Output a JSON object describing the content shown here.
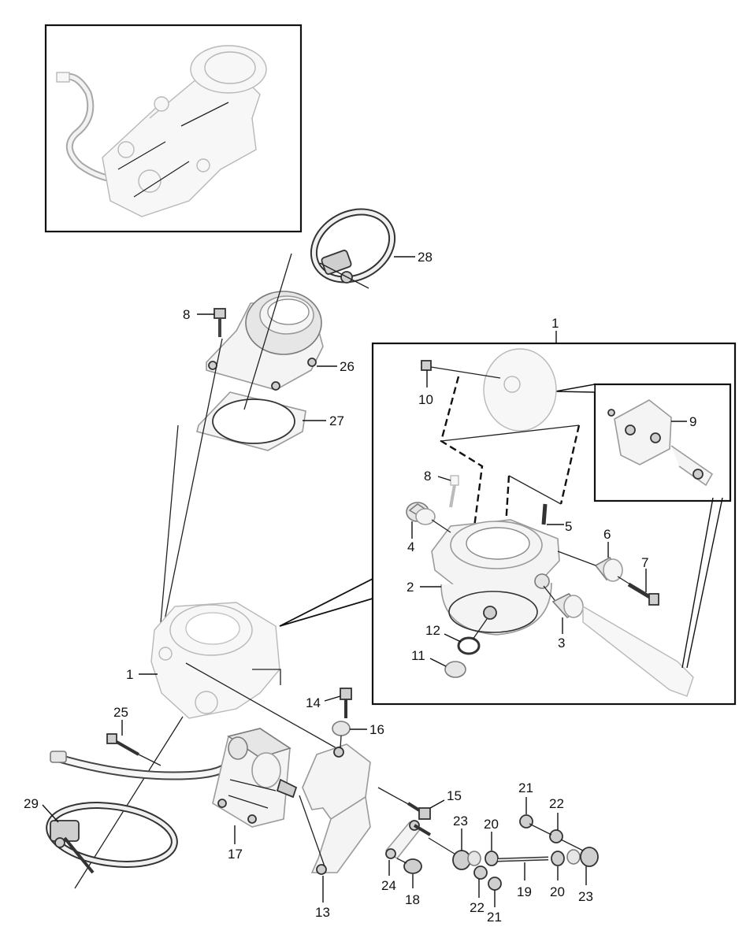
{
  "diagram": {
    "callouts": [
      {
        "id": "c28",
        "text": "28"
      },
      {
        "id": "c8a",
        "text": "8"
      },
      {
        "id": "c26",
        "text": "26"
      },
      {
        "id": "c27",
        "text": "27"
      },
      {
        "id": "c1top",
        "text": "1"
      },
      {
        "id": "c10",
        "text": "10"
      },
      {
        "id": "c9",
        "text": "9"
      },
      {
        "id": "c8b",
        "text": "8"
      },
      {
        "id": "c5",
        "text": "5"
      },
      {
        "id": "c4",
        "text": "4"
      },
      {
        "id": "c6",
        "text": "6"
      },
      {
        "id": "c7",
        "text": "7"
      },
      {
        "id": "c2",
        "text": "2"
      },
      {
        "id": "c3",
        "text": "3"
      },
      {
        "id": "c12",
        "text": "12"
      },
      {
        "id": "c11",
        "text": "11"
      },
      {
        "id": "c1left",
        "text": "1"
      },
      {
        "id": "c14",
        "text": "14"
      },
      {
        "id": "c16",
        "text": "16"
      },
      {
        "id": "c25",
        "text": "25"
      },
      {
        "id": "c15",
        "text": "15"
      },
      {
        "id": "c29",
        "text": "29"
      },
      {
        "id": "c17",
        "text": "17"
      },
      {
        "id": "c21a",
        "text": "21"
      },
      {
        "id": "c22a",
        "text": "22"
      },
      {
        "id": "c23a",
        "text": "23"
      },
      {
        "id": "c20a",
        "text": "20"
      },
      {
        "id": "c24",
        "text": "24"
      },
      {
        "id": "c18",
        "text": "18"
      },
      {
        "id": "c19",
        "text": "19"
      },
      {
        "id": "c20b",
        "text": "20"
      },
      {
        "id": "c23b",
        "text": "23"
      },
      {
        "id": "c22b",
        "text": "22"
      },
      {
        "id": "c21b",
        "text": "21"
      },
      {
        "id": "c13",
        "text": "13"
      }
    ]
  }
}
